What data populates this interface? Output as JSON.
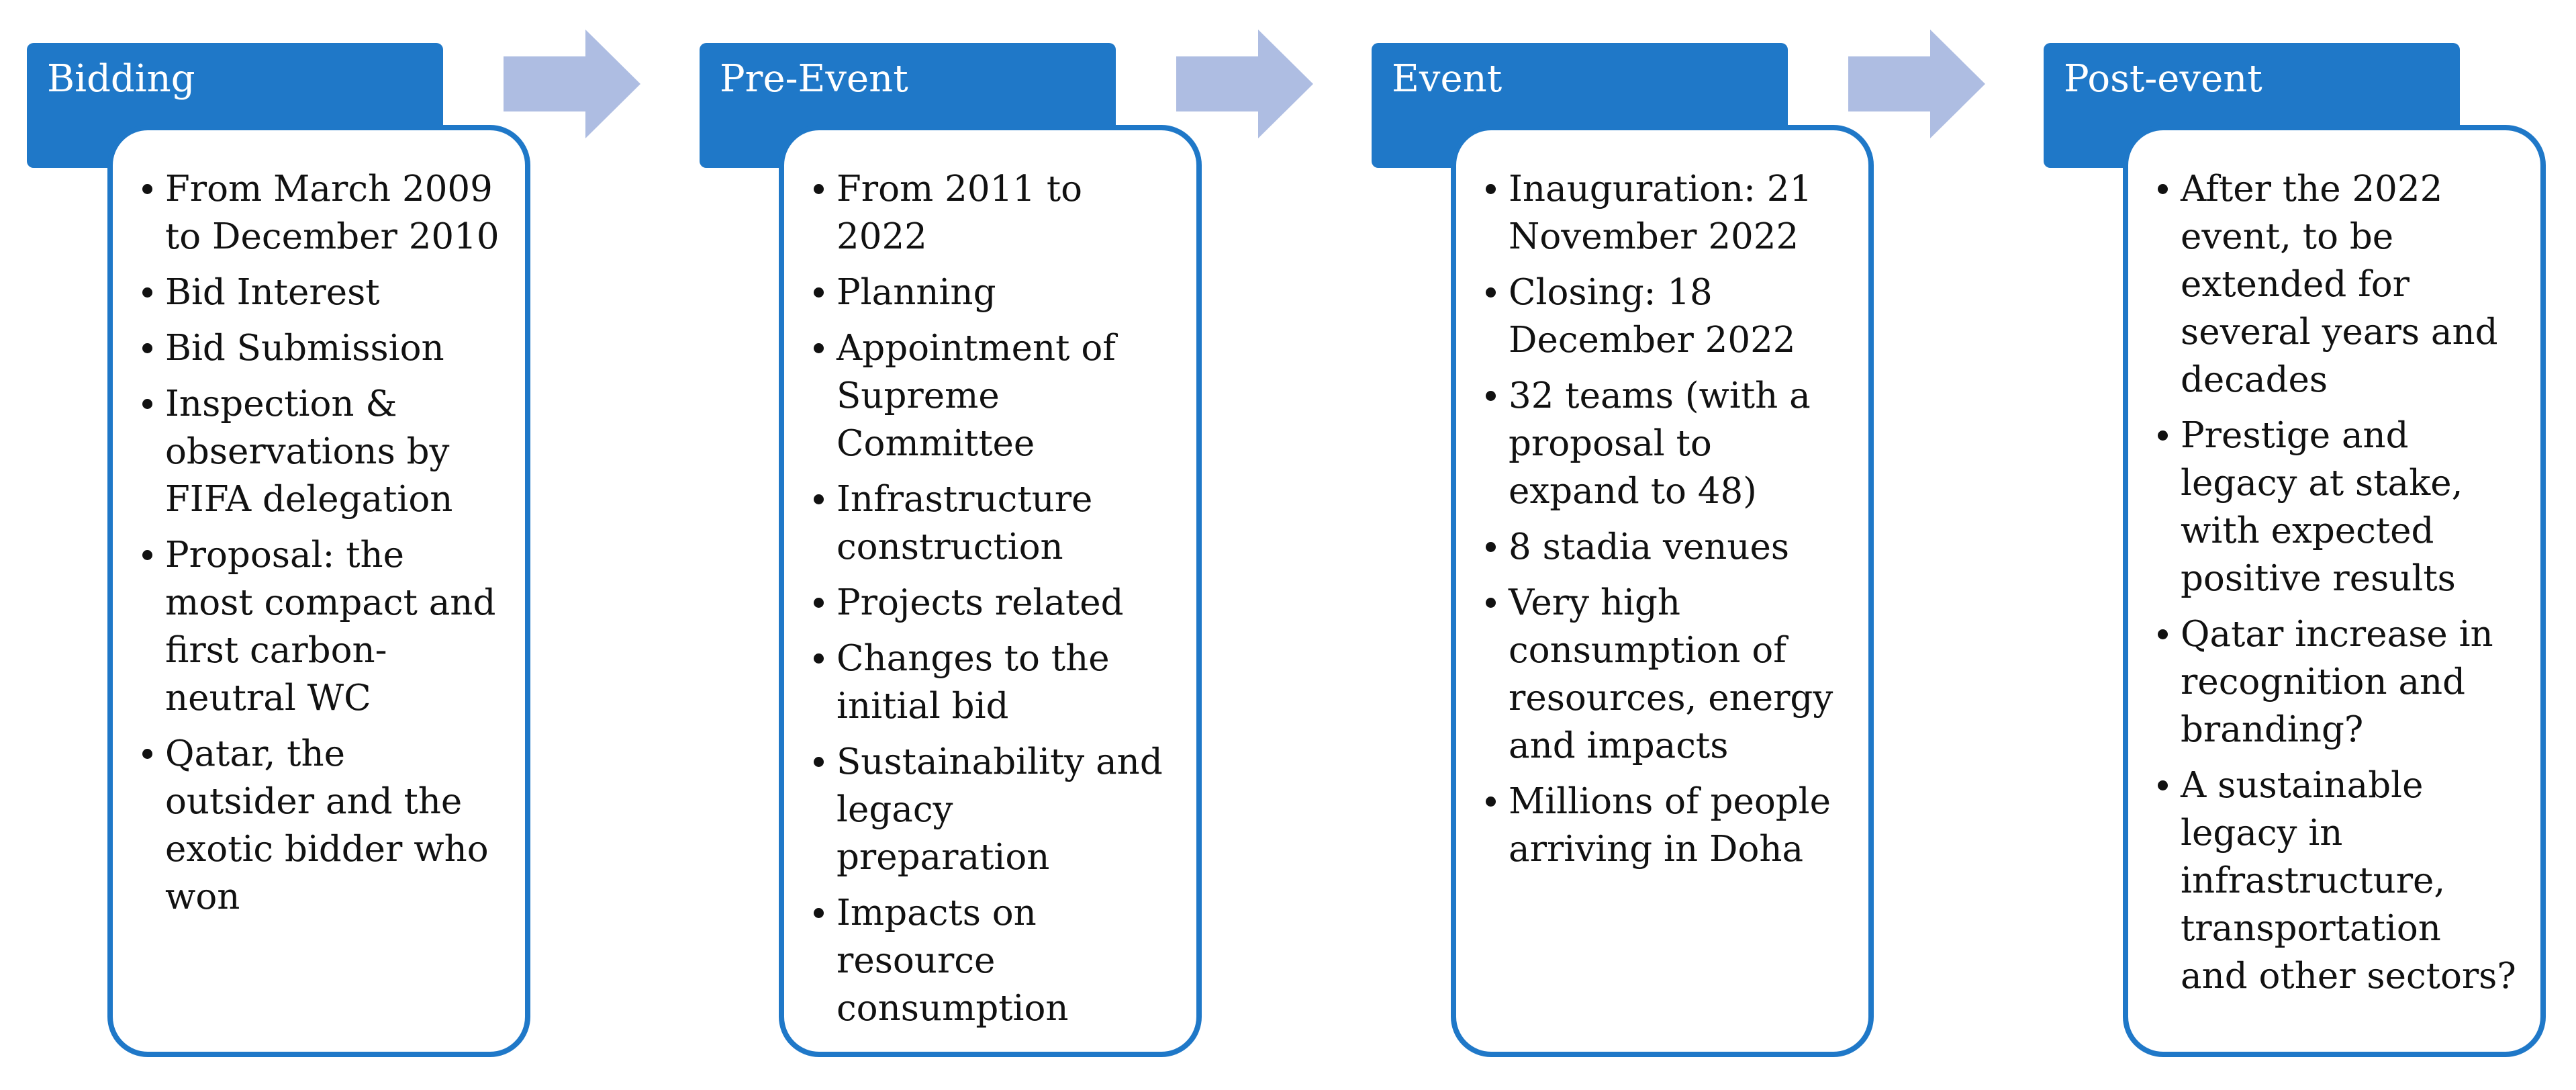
{
  "stages": [
    {
      "title": "Bidding",
      "items": [
        "From March 2009 to December 2010",
        "Bid Interest",
        "Bid Submission",
        "Inspection & observations by FIFA delegation",
        "Proposal: the most compact and first carbon-neutral WC",
        "Qatar, the outsider and the exotic bidder who won"
      ]
    },
    {
      "title": "Pre-Event",
      "items": [
        "From 2011 to 2022",
        "Planning",
        "Appointment of Supreme Committee",
        "Infrastructure construction",
        "Projects related",
        "Changes to the initial bid",
        "Sustainability and legacy preparation",
        "Impacts on resource consumption"
      ]
    },
    {
      "title": "Event",
      "items": [
        "Inauguration: 21 November 2022",
        "Closing: 18 December 2022",
        "32 teams (with a proposal to expand to 48)",
        "8 stadia venues",
        "Very high consumption of resources, energy and impacts",
        "Millions of people arriving in Doha"
      ]
    },
    {
      "title": "Post-event",
      "items": [
        "After the 2022 event, to be extended for several years and decades",
        "Prestige and legacy at stake, with expected positive results",
        "Qatar increase in recognition and branding?",
        "A sustainable legacy in infrastructure, transportation and other sectors?"
      ]
    }
  ],
  "colors": {
    "header_fill": "#1f78c8",
    "card_border": "#1f78c8",
    "arrow_fill": "#aebde2",
    "header_text": "#ffffff",
    "body_text": "#111111"
  },
  "icons": {
    "connector": "right-arrow-icon",
    "bullet": "bullet-dot"
  }
}
